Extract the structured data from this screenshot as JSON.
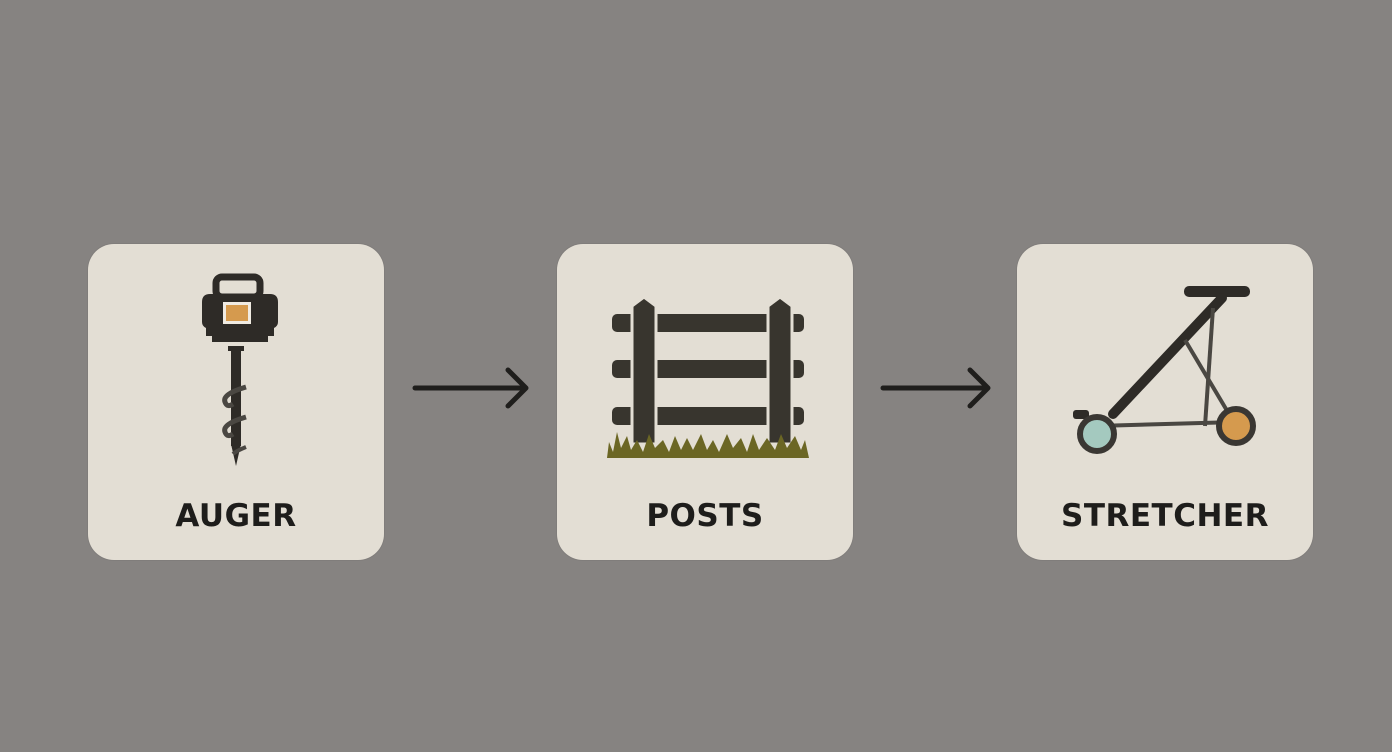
{
  "steps": [
    {
      "label": "AUGER",
      "icon": "auger-icon"
    },
    {
      "label": "POSTS",
      "icon": "fence-posts-icon"
    },
    {
      "label": "STRETCHER",
      "icon": "fence-stretcher-icon"
    }
  ],
  "connectors": [
    "arrow-right",
    "arrow-right"
  ],
  "colors": {
    "background": "#868381",
    "card": "#e3ded4",
    "ink": "#2e2b27",
    "accent_orange": "#d59a4e",
    "accent_teal": "#a4c9bf",
    "grass": "#6b6624"
  }
}
